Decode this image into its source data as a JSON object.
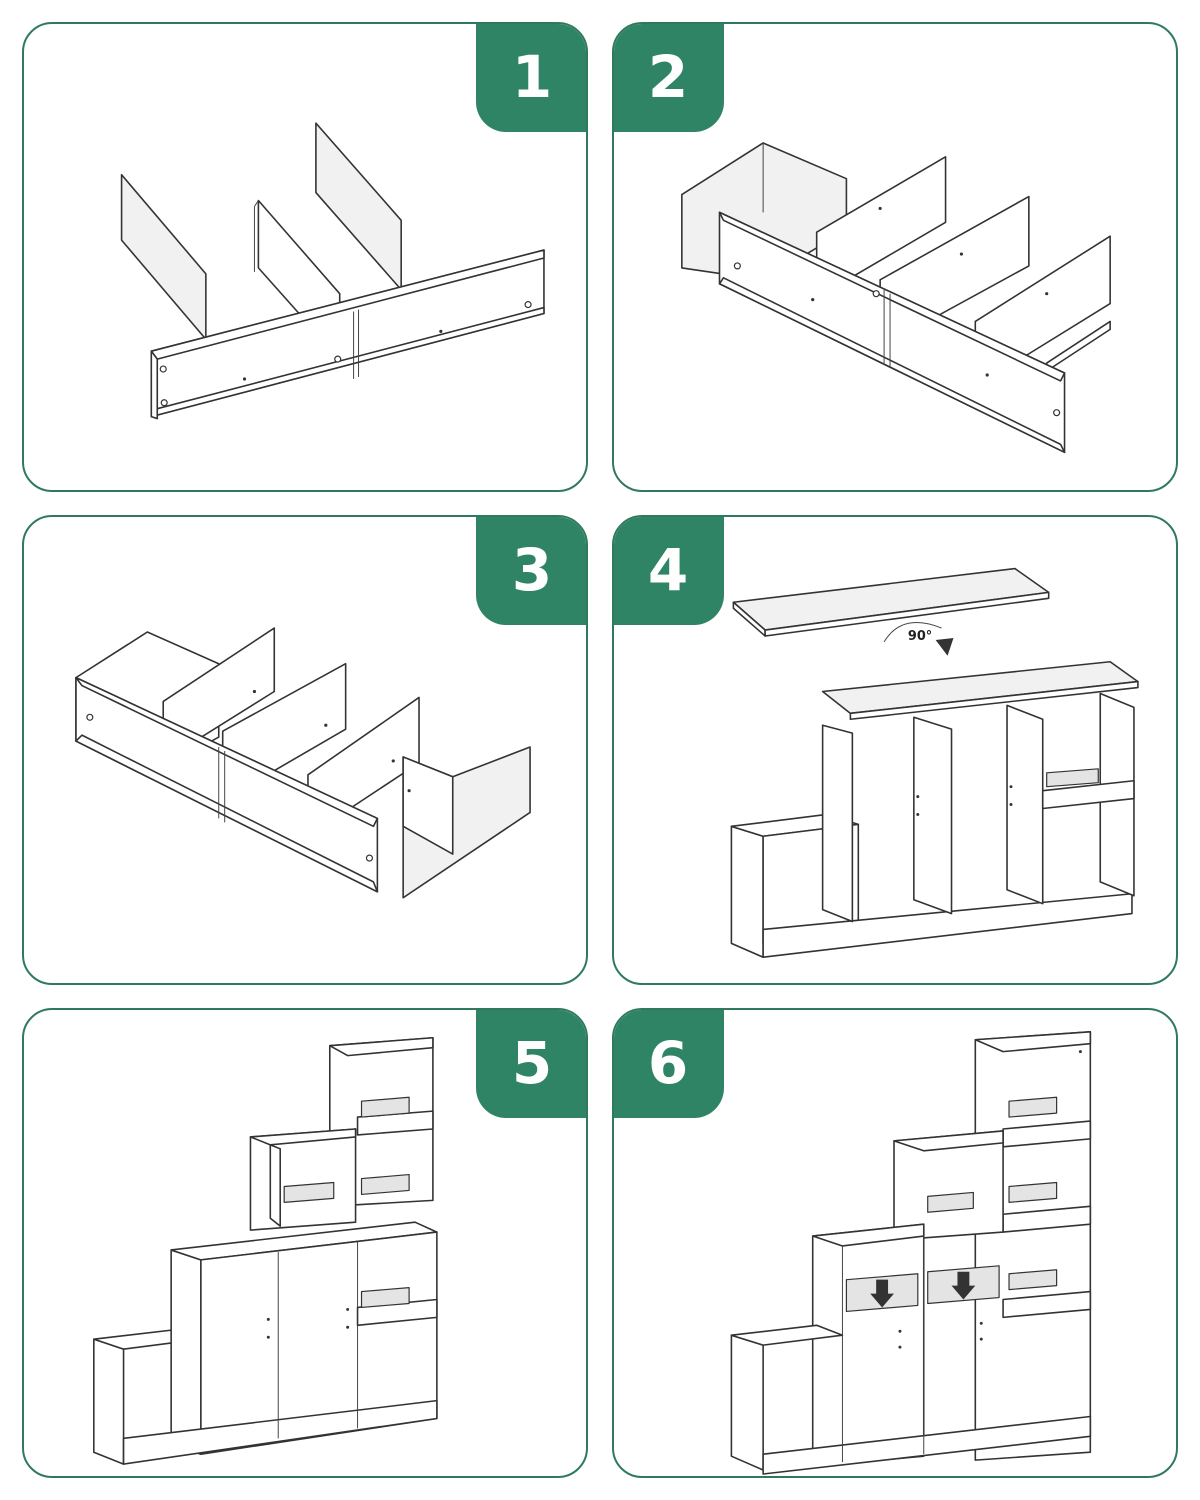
{
  "steps": [
    {
      "number": "1"
    },
    {
      "number": "2"
    },
    {
      "number": "3"
    },
    {
      "number": "4",
      "rotation_label": "90°"
    },
    {
      "number": "5"
    },
    {
      "number": "6"
    }
  ],
  "colors": {
    "accent": "#2f8466",
    "border": "#2f7a5d",
    "line": "#333333"
  }
}
